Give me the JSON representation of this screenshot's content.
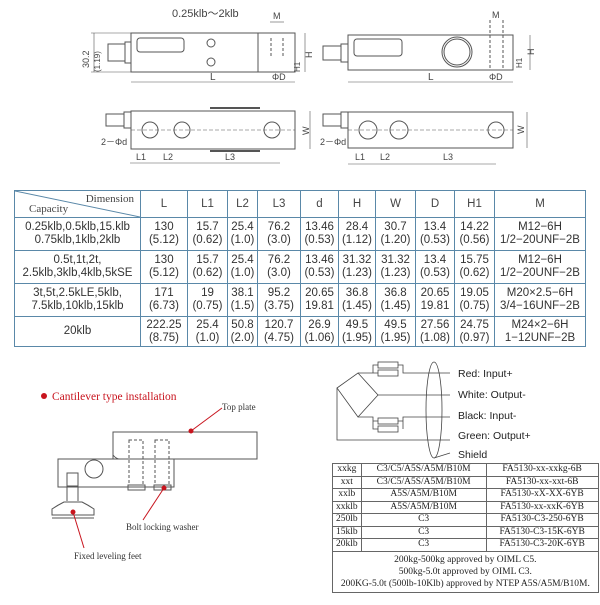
{
  "drawings": {
    "top_left": {
      "title": "0.25klb～2klb",
      "dim_height": "30.2",
      "dim_height_in": "(1.19)",
      "label_M": "M",
      "label_H": "H",
      "label_H1": "H1",
      "label_D": "ΦD",
      "label_L": "L"
    },
    "top_right": {
      "label_M": "M",
      "label_H": "H",
      "label_H1": "H1",
      "label_D": "ΦD",
      "label_L": "L"
    },
    "bottom_left": {
      "label_d": "2－Φd",
      "label_L1": "L1",
      "label_L2": "L2",
      "label_L3": "L3",
      "label_W": "W"
    },
    "bottom_right": {
      "label_d": "2－Φd",
      "label_L1": "L1",
      "label_L2": "L2",
      "label_L3": "L3",
      "label_W": "W"
    }
  },
  "spec_table": {
    "corner_dimension": "Dimension",
    "corner_capacity": "Capacity",
    "headers": [
      "L",
      "L1",
      "L2",
      "L3",
      "d",
      "H",
      "W",
      "D",
      "H1",
      "M"
    ],
    "rows": [
      {
        "capacity": [
          "0.25klb,0.5klb,15.klb",
          "0.75klb,1klb,2klb"
        ],
        "cells": [
          [
            "130",
            "(5.12)"
          ],
          [
            "15.7",
            "(0.62)"
          ],
          [
            "25.4",
            "(1.0)"
          ],
          [
            "76.2",
            "(3.0)"
          ],
          [
            "13.46",
            "(0.53)"
          ],
          [
            "28.4",
            "(1.12)"
          ],
          [
            "30.7",
            "(1.20)"
          ],
          [
            "13.4",
            "(0.53)"
          ],
          [
            "14.22",
            "(0.56)"
          ],
          [
            "M12−6H",
            "1/2−20UNF−2B"
          ]
        ]
      },
      {
        "capacity": [
          "0.5t,1t,2t,",
          "2.5klb,3klb,4klb,5kSE"
        ],
        "cells": [
          [
            "130",
            "(5.12)"
          ],
          [
            "15.7",
            "(0.62)"
          ],
          [
            "25.4",
            "(1.0)"
          ],
          [
            "76.2",
            "(3.0)"
          ],
          [
            "13.46",
            "(0.53)"
          ],
          [
            "31.32",
            "(1.23)"
          ],
          [
            "31.32",
            "(1.23)"
          ],
          [
            "13.4",
            "(0.53)"
          ],
          [
            "15.75",
            "(0.62)"
          ],
          [
            "M12−6H",
            "1/2−20UNF−2B"
          ]
        ]
      },
      {
        "capacity": [
          "3t,5t,2.5kLE,5klb,",
          "7.5klb,10klb,15klb"
        ],
        "cells": [
          [
            "171",
            "(6.73)"
          ],
          [
            "19",
            "(0.75)"
          ],
          [
            "38.1",
            "(1.5)"
          ],
          [
            "95.2",
            "(3.75)"
          ],
          [
            "20.65",
            "19.81"
          ],
          [
            "36.8",
            "(1.45)"
          ],
          [
            "36.8",
            "(1.45)"
          ],
          [
            "20.65",
            "19.81"
          ],
          [
            "19.05",
            "(0.75)"
          ],
          [
            "M20×2.5−6H",
            "3/4−16UNF−2B"
          ]
        ]
      },
      {
        "capacity": [
          "20klb",
          ""
        ],
        "cells": [
          [
            "222.25",
            "(8.75)"
          ],
          [
            "25.4",
            "(1.0)"
          ],
          [
            "50.8",
            "(2.0)"
          ],
          [
            "120.7",
            "(4.75)"
          ],
          [
            "26.9",
            "(1.06)"
          ],
          [
            "49.5",
            "(1.95)"
          ],
          [
            "49.5",
            "(1.95)"
          ],
          [
            "27.56",
            "(1.08)"
          ],
          [
            "24.75",
            "(0.97)"
          ],
          [
            "M24×2−6H",
            "1−12UNF−2B"
          ]
        ]
      }
    ]
  },
  "installation": {
    "title": "Cantilever type installation",
    "label_top_plate": "Top plate",
    "label_washer": "Bolt locking washer",
    "label_feet": "Fixed leveling feet",
    "accent_color": "#c8141e"
  },
  "wiring": [
    "Red: Input+",
    "White: Output-",
    "Black: Input-",
    "Green: Output+",
    "Shield"
  ],
  "codes_table": {
    "rows": [
      [
        "xxkg",
        "C3/C5/A5S/A5M/B10M",
        "FA5130-xx-xxkg-6B"
      ],
      [
        "xxt",
        "C3/C5/A5S/A5M/B10M",
        "FA5130-xx-xxt-6B"
      ],
      [
        "xxlb",
        "A5S/A5M/B10M",
        "FA5130-xX-XX-6YB"
      ],
      [
        "xxklb",
        "A5S/A5M/B10M",
        "FA5130-xx-xxK-6YB"
      ],
      [
        "250lb",
        "C3",
        "FA5130-C3-250-6YB"
      ],
      [
        "15klb",
        "C3",
        "FA5130-C3-15K-6YB"
      ],
      [
        "20klb",
        "C3",
        "FA5130-C3-20K-6YB"
      ]
    ],
    "notes": [
      "200kg-500kg approved by OIML C5.",
      "500kg-5.0t approved by OIML C3.",
      "200KG-5.0t (500lb-10Klb) approved by NTEP A5S/A5M/B10M."
    ]
  }
}
